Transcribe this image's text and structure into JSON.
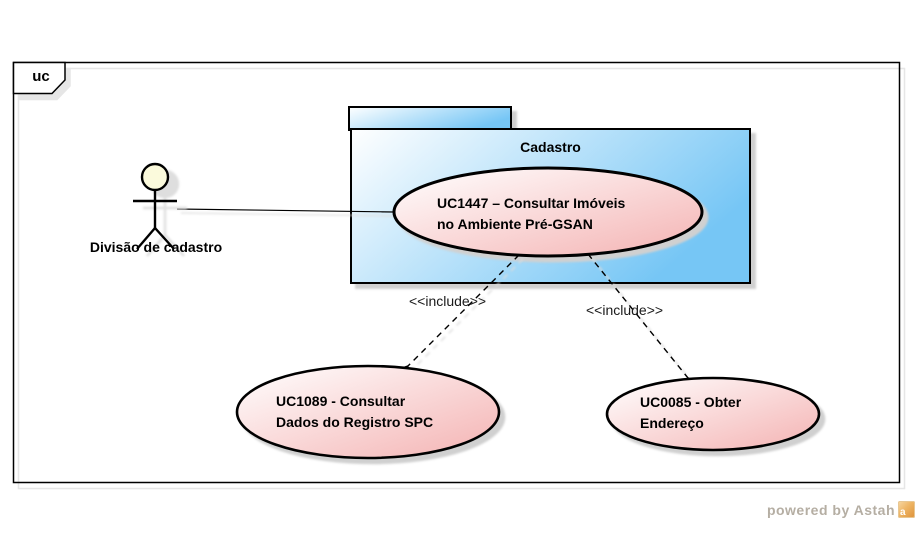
{
  "frame": {
    "label": "uc"
  },
  "package": {
    "title": "Cadastro"
  },
  "actor": {
    "label": "Divisão de cadastro"
  },
  "use_cases": [
    {
      "name": "UC1447",
      "line1": "UC1447 – Consultar Imóveis",
      "line2": "no Ambiente Pré-GSAN",
      "container": "Cadastro"
    },
    {
      "name": "UC1089",
      "line1": "UC1089 - Consultar",
      "line2": "Dados do Registro SPC",
      "container": null
    },
    {
      "name": "UC0085",
      "line1": "UC0085 - Obter",
      "line2": "Endereço",
      "container": null
    }
  ],
  "relations": [
    {
      "type": "association",
      "from": "Divisão de cadastro",
      "to": "UC1447",
      "label": ""
    },
    {
      "type": "include",
      "from": "UC1447",
      "to": "UC1089",
      "label": "<<include>>"
    },
    {
      "type": "include",
      "from": "UC1447",
      "to": "UC0085",
      "label": "<<include>>"
    }
  ],
  "watermark": {
    "text": "powered by Astah",
    "logo_letter": "a"
  },
  "colors": {
    "package_fill_end": "#76c6f5",
    "usecase_fill_end": "#f4b2b2",
    "gradient_start": "#ffffff",
    "actor_head": "#fbfadc",
    "outline": "#000000",
    "shadow": "#d0d0d0",
    "include_text": "#1a1a1a",
    "watermark_text": "#b5aea3",
    "astah_logo_orange": "#dd9038"
  }
}
